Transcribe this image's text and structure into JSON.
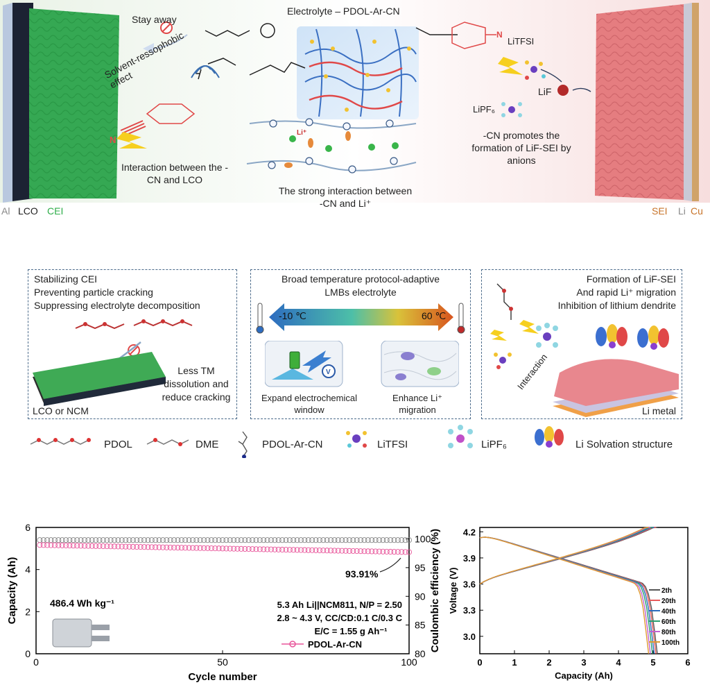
{
  "top_panel": {
    "title": "Electrolyte – PDOL-Ar-CN",
    "stay_away": "Stay away",
    "solvent_effect": "Solvent-ressophobic effect",
    "interaction_cn_lco": "Interaction between the -CN and LCO",
    "strong_interaction": "The strong interaction between -CN and Li⁺",
    "li_plus": "Li⁺",
    "litfsi": "LiTFSI",
    "lipf6": "LiPF₆",
    "lif": "LiF",
    "cn_promotes": "-CN promotes the formation of LiF-SEI by anions",
    "left_labels": {
      "al": "Al",
      "lco": "LCO",
      "cei": "CEI"
    },
    "right_labels": {
      "sei": "SEI",
      "li": "Li",
      "cu": "Cu"
    },
    "colors": {
      "cei": "#2fae4a",
      "sei": "#e07a7a",
      "cu": "#c8742a"
    }
  },
  "middle_panel": {
    "left_box": {
      "lines": [
        "Stabilizing CEI",
        "Preventing particle cracking",
        "Suppressing electrolyte decomposition"
      ],
      "note": "Less TM dissolution and reduce cracking",
      "substrate": "LCO or NCM"
    },
    "center_box": {
      "title_line1": "Broad temperature protocol-adaptive",
      "title_line2": "LMBs electrolyte",
      "temp_low": "-10 ℃",
      "temp_high": "60 ℃",
      "sub_left": "Expand electrochemical window",
      "sub_right": "Enhance Li⁺ migration"
    },
    "right_box": {
      "lines": [
        "Formation of LiF-SEI",
        "And rapid Li⁺ migration",
        "Inhibition of lithium dendrite"
      ],
      "interaction": "Interaction",
      "metal": "Li metal"
    }
  },
  "legend": {
    "pdol": "PDOL",
    "dme": "DME",
    "pdol_ar_cn": "PDOL-Ar-CN",
    "litfsi": "LiTFSI",
    "lipf6": "LiPF₆",
    "solvation": "Li Solvation structure"
  },
  "chart_data": [
    {
      "type": "scatter",
      "xlabel": "Cycle number",
      "ylabel": "Capacity (Ah)",
      "y2label": "Coulombic efficiency (%)",
      "xlim": [
        0,
        100
      ],
      "ylim": [
        0,
        6
      ],
      "y2lim": [
        80,
        102
      ],
      "xticks": [
        0,
        50,
        100
      ],
      "yticks": [
        0,
        2,
        4,
        6
      ],
      "y2ticks": [
        80,
        85,
        90,
        95,
        100
      ],
      "series": [
        {
          "name": "PDOL-Ar-CN",
          "axis": "left",
          "color": "#e8559a",
          "start": 5.17,
          "end": 4.83
        },
        {
          "axis": "right",
          "color": "#888888",
          "start": 99.8,
          "end": 99.8
        }
      ],
      "annotations": {
        "retention": "93.91%",
        "energy": "486.4 Wh kg⁻¹",
        "cell_line1": "5.3 Ah Li||NCM811,  N/P = 2.50",
        "cell_line2": "2.8 ~ 4.3 V, CC/CD:0.1 C/0.3 C",
        "cell_line3": "E/C = 1.55 g Ah⁻¹"
      }
    },
    {
      "type": "line",
      "xlabel": "Capacity (Ah)",
      "ylabel": "Voltage (V)",
      "xlim": [
        0,
        6
      ],
      "ylim": [
        2.8,
        4.25
      ],
      "xticks": [
        0,
        1,
        2,
        3,
        4,
        5,
        6
      ],
      "yticks": [
        3.0,
        3.3,
        3.6,
        3.9,
        4.2
      ],
      "series": [
        {
          "name": "2th",
          "color": "#555555",
          "cap": 5.12
        },
        {
          "name": "20th",
          "color": "#e85a5a",
          "cap": 5.08
        },
        {
          "name": "40th",
          "color": "#2b6bbd",
          "cap": 5.03
        },
        {
          "name": "60th",
          "color": "#2aa070",
          "cap": 4.98
        },
        {
          "name": "80th",
          "color": "#c060d0",
          "cap": 4.92
        },
        {
          "name": "100th",
          "color": "#e09a30",
          "cap": 4.87
        }
      ]
    }
  ]
}
